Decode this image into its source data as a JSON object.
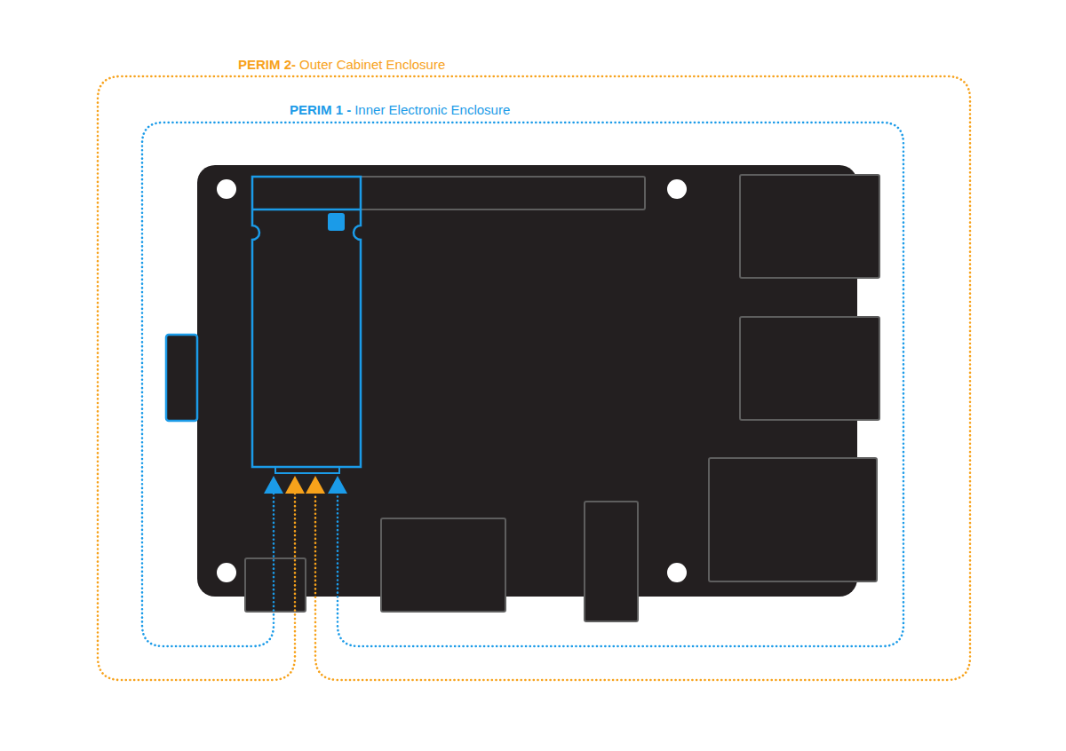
{
  "diagram": {
    "nodes": [
      {
        "text": [
          "PERIM 2-",
          "Outer Cabinet Enclosure"
        ]
      },
      {
        "text": [
          "PERIM 1 -",
          "Inner Electronic Enclosure"
        ],
        "in": 0
      }
    ]
  }
}
